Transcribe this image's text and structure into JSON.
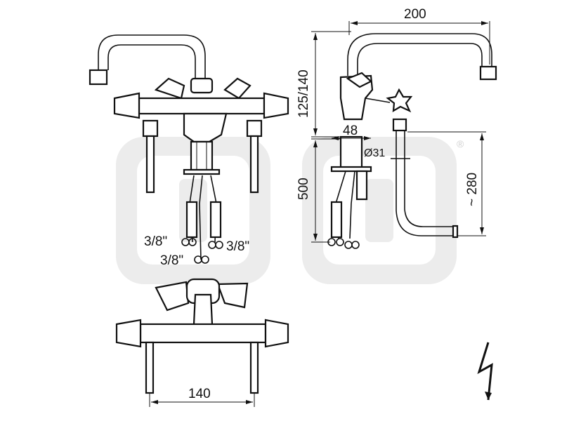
{
  "dimensions": {
    "spout_reach": "200",
    "spout_height": "125/140",
    "body_width": "48",
    "shank_diameter": "Ø31",
    "shank_length": "500",
    "spout_drop": "~ 280",
    "inlet_left": "3/8\"",
    "inlet_right": "3/8\"",
    "inlet_bottom": "3/8\"",
    "center_distance": "140"
  },
  "watermark": {
    "registered_mark": "®"
  },
  "colors": {
    "line": "#111111",
    "watermark": "#ececec",
    "background": "#ffffff"
  },
  "icons": {
    "electric_symbol": "lightning-bolt-icon"
  }
}
